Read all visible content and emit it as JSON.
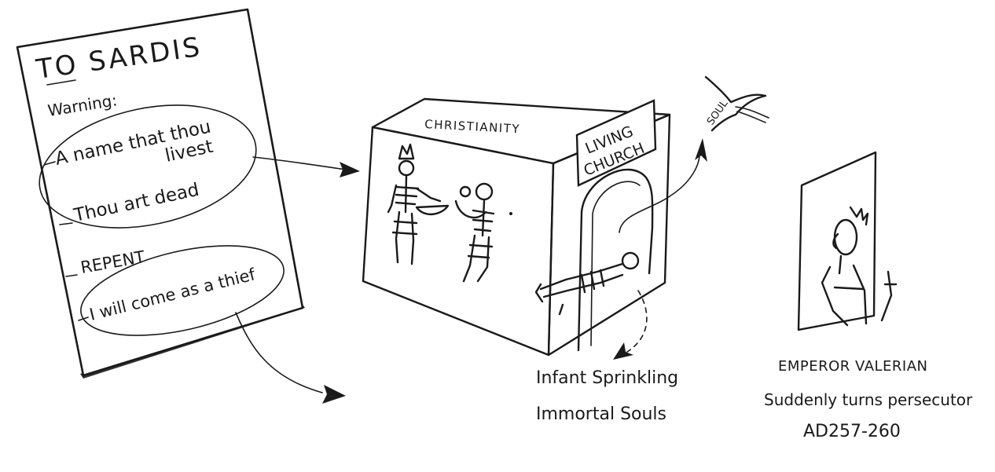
{
  "letter": {
    "title": "TO SARDIS",
    "warning_label": "Warning:",
    "line1a": "A name that thou",
    "line1b": "livest",
    "line2": "Thou art dead",
    "repent": "REPENT",
    "thief": "I will come as a thief"
  },
  "church": {
    "front_label": "CHRISTIANITY",
    "sign_line1": "LIVING",
    "sign_line2": "CHURCH"
  },
  "soul_label": "SOUL",
  "captions": {
    "infant": "Infant Sprinkling",
    "immortal": "Immortal Souls"
  },
  "emperor": {
    "name": "EMPEROR VALERIAN",
    "desc": "Suddenly turns persecutor",
    "dates": "AD257-260"
  }
}
